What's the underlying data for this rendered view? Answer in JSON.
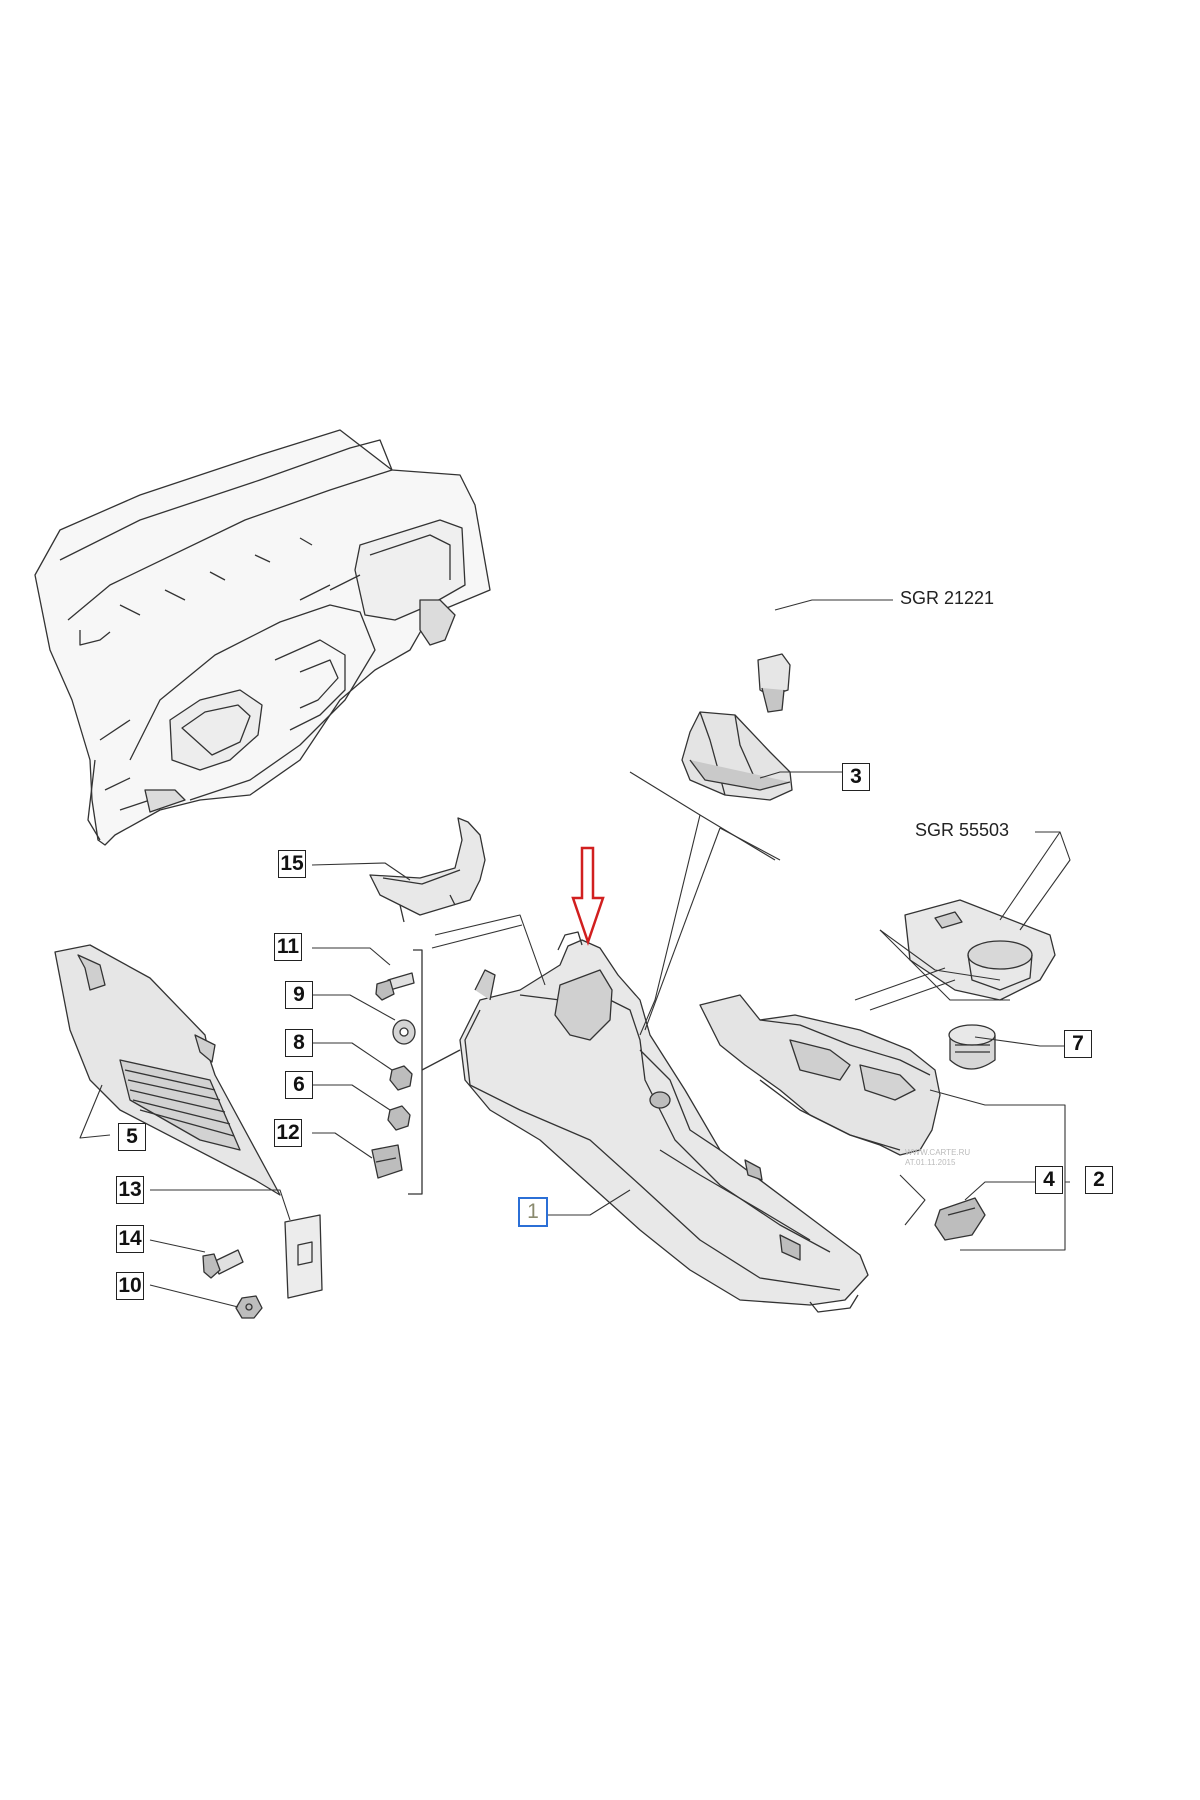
{
  "callouts": {
    "c1": "1",
    "c2": "2",
    "c3": "3",
    "c4": "4",
    "c5": "5",
    "c6": "6",
    "c7": "7",
    "c8": "8",
    "c9": "9",
    "c10": "10",
    "c11": "11",
    "c12": "12",
    "c13": "13",
    "c14": "14",
    "c15": "15"
  },
  "references": {
    "sgr_knob": "SGR 21221",
    "sgr_switch": "SGR 55503"
  },
  "watermark": {
    "line1": "WWW.CARTE.RU",
    "line2": "AT.01.11.2015"
  },
  "colors": {
    "line": "#333333",
    "part_fill": "#e9e9e9",
    "part_dark": "#bdbdbd",
    "indicator_arrow": "#d11f1f",
    "highlight_box": "#2b6fd6"
  }
}
